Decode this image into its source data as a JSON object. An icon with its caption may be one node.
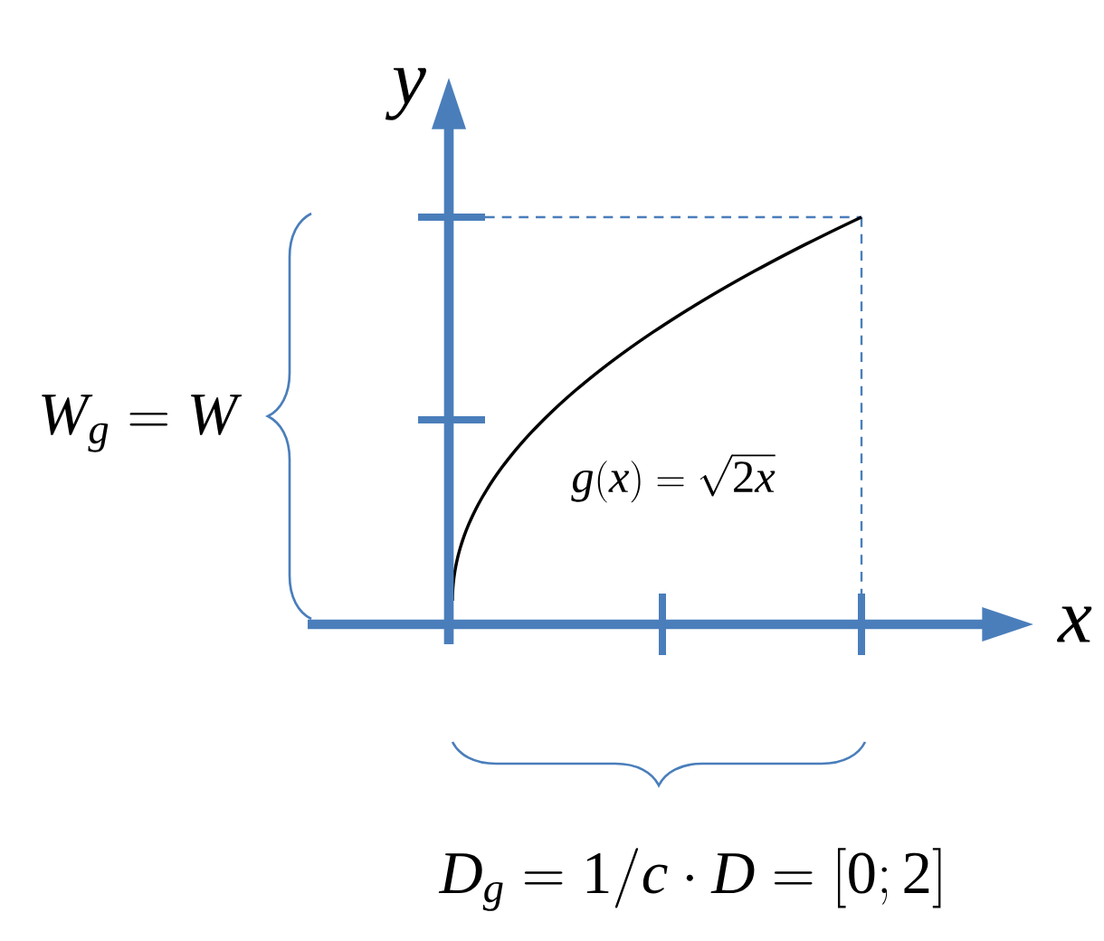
{
  "diagram": {
    "labels": [
      "y",
      "x",
      "g(x)=\\sqrt{2x}",
      "W_g=W",
      "D_g=1/c\\cdot D=[0;2]"
    ]
  }
}
